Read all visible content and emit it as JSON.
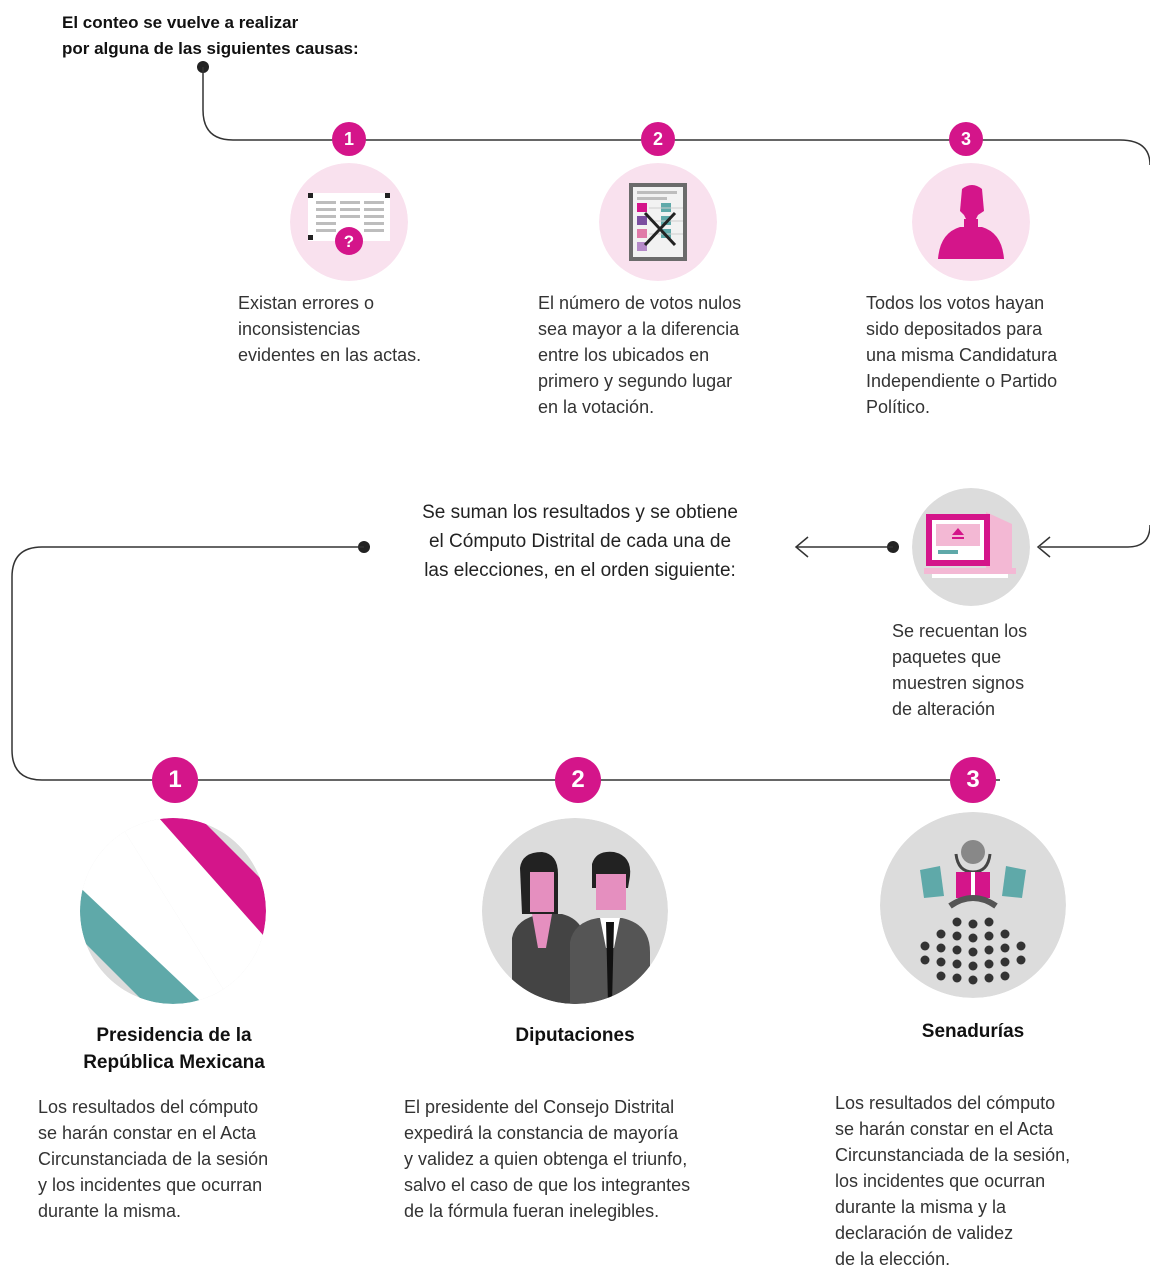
{
  "intro": {
    "lines": [
      "El conteo se vuelve a realizar",
      "por alguna de las siguientes causas:"
    ]
  },
  "causes": [
    {
      "number": "1",
      "icon": "ballot-question-icon",
      "lines": [
        "Existan errores o",
        "inconsistencias",
        "evidentes en las actas."
      ]
    },
    {
      "number": "2",
      "icon": "null-ballot-icon",
      "lines": [
        "El número de votos nulos",
        "sea mayor a la diferencia",
        "entre los ubicados en",
        "primero y segundo lugar",
        "en la votación."
      ]
    },
    {
      "number": "3",
      "icon": "candidate-person-icon",
      "lines": [
        "Todos los votos hayan",
        "sido depositados para",
        "una misma Candidatura",
        "Independiente o Partido",
        "Político."
      ]
    }
  ],
  "summary": {
    "lines": [
      "Se suman los resultados y se obtiene",
      "el Cómputo Distrital de cada una de",
      "las elecciones, en el orden siguiente:"
    ]
  },
  "recount": {
    "icon": "computer-monitor-icon",
    "lines": [
      "Se recuentan los",
      "paquetes  que",
      "muestren signos",
      "de alteración"
    ]
  },
  "elections": [
    {
      "number": "1",
      "icon": "presidential-sash-icon",
      "title_lines": [
        "Presidencia de la",
        "República Mexicana"
      ],
      "desc_lines": [
        "Los resultados del cómputo",
        "se harán constar en el Acta",
        "Circunstanciada de la sesión",
        "y los incidentes que ocurran",
        "durante la misma."
      ]
    },
    {
      "number": "2",
      "icon": "deputies-people-icon",
      "title_lines": [
        "Diputaciones"
      ],
      "desc_lines": [
        "El presidente del Consejo Distrital",
        "expedirá la constancia de mayoría",
        "y validez a quien obtenga el triunfo,",
        "salvo el caso de que los integrantes",
        "de la fórmula fueran inelegibles."
      ]
    },
    {
      "number": "3",
      "icon": "senate-chamber-icon",
      "title_lines": [
        "Senadurías"
      ],
      "desc_lines": [
        "Los resultados del cómputo",
        "se harán constar en el Acta",
        "Circunstanciada de la sesión,",
        "los incidentes que ocurran",
        "durante la misma y la",
        "declaración de validez",
        "de la elección."
      ]
    }
  ],
  "colors": {
    "magenta": "#d4158a",
    "pink_light": "#f9e1ee",
    "teal": "#5fa9a9",
    "gray_circle": "#dcdcdc",
    "line": "#333333"
  }
}
